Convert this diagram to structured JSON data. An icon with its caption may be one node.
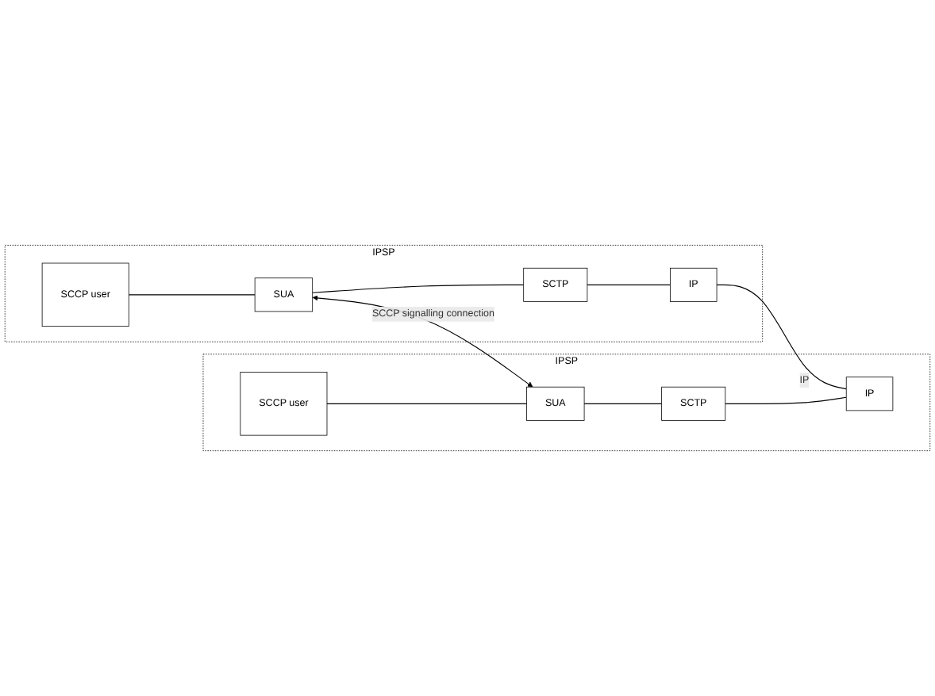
{
  "diagram": {
    "nodes": [
      {
        "text": [
          "IPSP"
        ]
      },
      {
        "text": [
          "SCCP user"
        ],
        "in": 0
      },
      {
        "text": [
          "SUA"
        ],
        "in": 0
      },
      {
        "text": [
          "SCTP"
        ],
        "in": 0
      },
      {
        "text": [
          "IP"
        ],
        "in": 0
      },
      {
        "text": [
          "IPSP"
        ]
      },
      {
        "text": [
          "SCCP user"
        ],
        "in": 5
      },
      {
        "text": [
          "SUA"
        ],
        "in": 5
      },
      {
        "text": [
          "SCTP"
        ],
        "in": 5
      },
      {
        "text": [
          "IP"
        ],
        "in": 5
      }
    ],
    "edges": [
      {
        "from": 1,
        "to": 2,
        "arrow": "none"
      },
      {
        "from": 2,
        "to": 3,
        "arrow": "none"
      },
      {
        "from": 3,
        "to": 4,
        "arrow": "none"
      },
      {
        "from": 2,
        "to": 7,
        "arrow": "both",
        "label": "SCCP signalling connection"
      },
      {
        "from": 4,
        "to": 9,
        "arrow": "none",
        "label": "IP"
      },
      {
        "from": 6,
        "to": 7,
        "arrow": "none"
      },
      {
        "from": 7,
        "to": 8,
        "arrow": "none"
      },
      {
        "from": 8,
        "to": 9,
        "arrow": "none"
      }
    ]
  }
}
